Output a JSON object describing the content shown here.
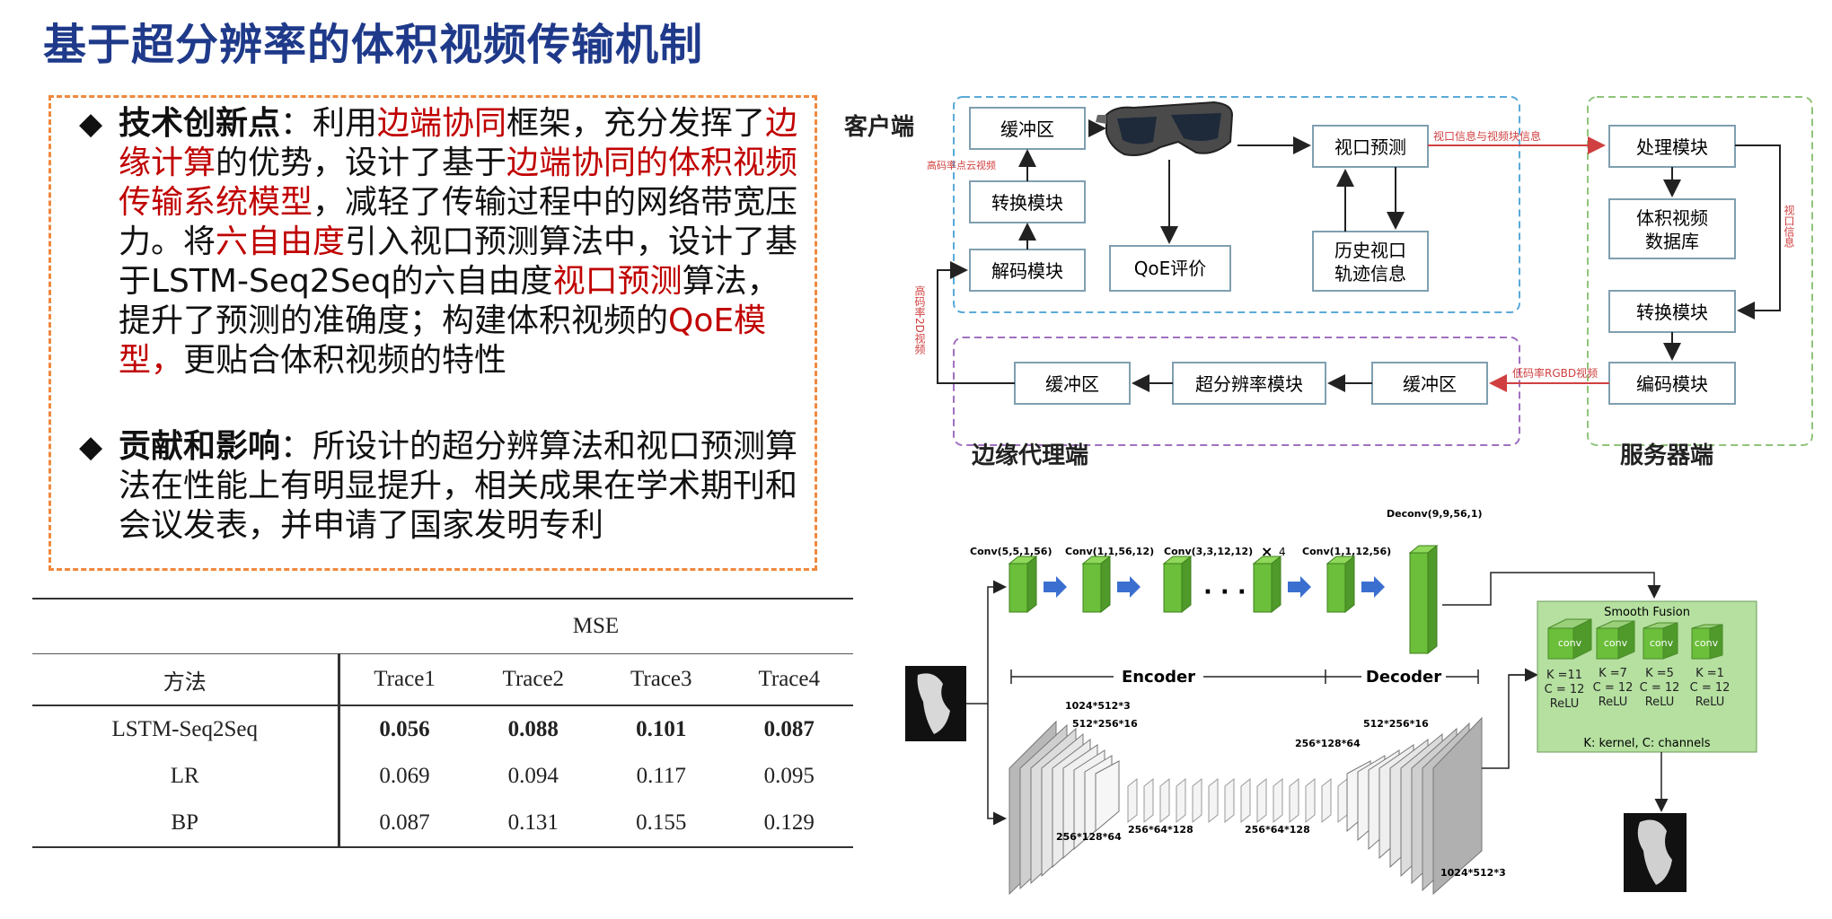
{
  "title": "基于超分辨率的体积视频传输机制",
  "bullets": [
    {
      "head": "技术创新点",
      "segments": [
        {
          "t": "：利用",
          "c": "n"
        },
        {
          "t": "边端协同",
          "c": "r"
        },
        {
          "t": "框架，充分发挥了",
          "c": "n"
        },
        {
          "t": "边缘计算",
          "c": "r"
        },
        {
          "t": "的优势，设计了基于",
          "c": "n"
        },
        {
          "t": "边端协同的体积视频传输系统模型",
          "c": "r"
        },
        {
          "t": "，减轻了传输过程中的网络带宽压力。将",
          "c": "n"
        },
        {
          "t": "六自由度",
          "c": "r"
        },
        {
          "t": "引入视口预测算法中，设计了基于LSTM-Seq2Seq的六自由度",
          "c": "n"
        },
        {
          "t": "视口预测",
          "c": "r"
        },
        {
          "t": "算法，提升了预测的准确度；构建体积视频的",
          "c": "n"
        },
        {
          "t": "QoE模型，",
          "c": "r"
        },
        {
          "t": "更贴合体积视频的特性",
          "c": "n"
        }
      ]
    },
    {
      "head": "贡献和影响",
      "segments": [
        {
          "t": "：所设计的超分辨算法和视口预测算法在性能上有明显提升，相关成果在学术期刊和会议发表，并申请了国家发明专利",
          "c": "n"
        }
      ]
    }
  ],
  "bullet_symbol": "◆",
  "table": {
    "group_header": "MSE",
    "columns": [
      "方法",
      "Trace1",
      "Trace2",
      "Trace3",
      "Trace4"
    ],
    "rows": [
      {
        "method": "LSTM-Seq2Seq",
        "values": [
          "0.056",
          "0.088",
          "0.101",
          "0.087"
        ],
        "bold": true
      },
      {
        "method": "LR",
        "values": [
          "0.069",
          "0.094",
          "0.117",
          "0.095"
        ],
        "bold": false
      },
      {
        "method": "BP",
        "values": [
          "0.087",
          "0.131",
          "0.155",
          "0.129"
        ],
        "bold": false
      }
    ]
  },
  "system_diagram": {
    "client_label": "客户端",
    "edge_label": "边缘代理端",
    "server_label": "服务器端",
    "client_buffer": "缓冲区",
    "convert": "转换模块",
    "decode": "解码模块",
    "qoe": "QoE评价",
    "viewport_predict": "视口预测",
    "history": [
      "历史视口",
      "轨迹信息"
    ],
    "process": "处理模块",
    "database": [
      "体积视频",
      "数据库"
    ],
    "server_convert": "转换模块",
    "encode": "编码模块",
    "edge_buffer_left": "缓冲区",
    "super_resolution": "超分辨率模块",
    "edge_buffer_right": "缓冲区",
    "label_high_pc": "高码率点云视频",
    "label_view_info": "视口信息与视频块信息",
    "label_view_vertical": "视口信息",
    "label_high_2d": "高码率2D视频",
    "label_low_rgbd": "低码率RGBD视频",
    "colors": {
      "client_border": "#5aaad8",
      "edge_border": "#a070c0",
      "server_border": "#8fc47a",
      "box_border": "#7f9fb0",
      "box_fill": "#ffffff"
    }
  },
  "network_diagram": {
    "conv1": "Conv(5,5,1,56)",
    "conv2": "Conv(1,1,56,12)",
    "conv3": "Conv(3,3,12,12)",
    "times": "×",
    "repeat": "4",
    "conv4": "Conv(1,1,12,56)",
    "deconv": "Deconv(9,9,56,1)",
    "ellipsis": "· · ·",
    "encoder": "Encoder",
    "decoder": "Decoder",
    "dims": {
      "in_top": "1024*512*3",
      "d1": "512*256*16",
      "d2": "256*128*64",
      "d3": "256*64*128",
      "d4": "256*64*128",
      "d5": "256*128*64",
      "d6": "512*256*16",
      "out": "1024*512*3"
    },
    "fusion_title": "Smooth Fusion",
    "conv_label": "conv",
    "fusion_params": [
      [
        "K =11",
        "C = 12",
        "ReLU"
      ],
      [
        "K =7",
        "C = 12",
        "ReLU"
      ],
      [
        "K =5",
        "C = 12",
        "ReLU"
      ],
      [
        "K =1",
        "C = 12",
        "ReLU"
      ]
    ],
    "fusion_note": "K: kernel,  C: channels",
    "colors": {
      "cube_green": "#6bbf3a",
      "arrow_blue": "#3a6fd0",
      "fusion_bg": "#b5e0a0"
    }
  }
}
